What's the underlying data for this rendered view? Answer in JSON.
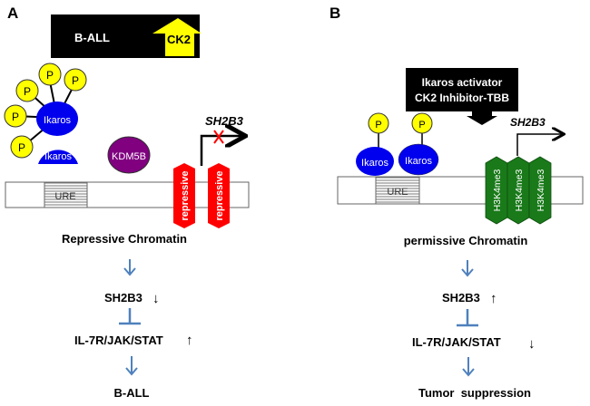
{
  "panel_a": {
    "label": "A",
    "banner_text": "B-ALL",
    "ck2_label": "CK2",
    "phospho_label": "P",
    "ikaros_label": "Ikaros",
    "kdm5b_label": "KDM5B",
    "ure_label": "URE",
    "repressive_mark_label": "repressive",
    "gene_label": "SH2B3",
    "chromatin_label": "Repressive Chromatin",
    "pathway": {
      "step1": "SH2B3",
      "step1_arrow": "↓",
      "step2": "IL-7R/JAK/STAT",
      "step2_arrow": "↑",
      "outcome": "B-ALL"
    }
  },
  "panel_b": {
    "label": "B",
    "banner_line1": "Ikaros activator",
    "banner_line2": "CK2 Inhibitor-TBB",
    "phospho_label": "P",
    "ikaros_label": "Ikaros",
    "ure_label": "URE",
    "active_mark_label": "H3K4me3",
    "gene_label": "SH2B3",
    "chromatin_label": "permissive Chromatin",
    "pathway": {
      "step1": "SH2B3",
      "step1_arrow": "↑",
      "step2": "IL-7R/JAK/STAT",
      "step2_arrow": "↓",
      "outcome": "Tumor  suppression"
    }
  },
  "colors": {
    "phospho_yellow": "#ffff00",
    "ikaros_blue": "#0000ee",
    "kdm5b_purple": "#800080",
    "repressive_red": "#ff0000",
    "h3k4me3_green": "#1a7a1a",
    "pathway_blue": "#4f81bd"
  }
}
